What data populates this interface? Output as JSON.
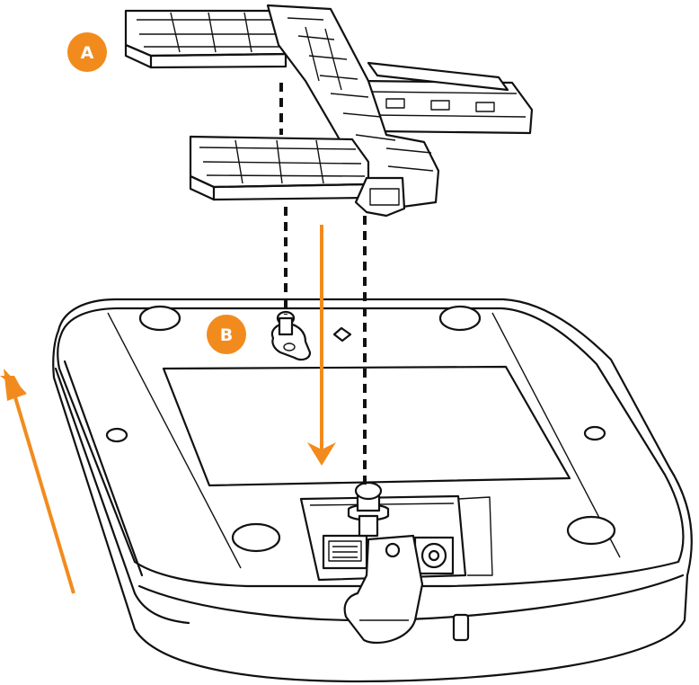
{
  "callouts": [
    {
      "id": "a",
      "label": "A"
    },
    {
      "id": "b",
      "label": "B"
    }
  ],
  "colors": {
    "accent": "#F28B1E",
    "line": "#111111",
    "background": "#FFFFFF"
  }
}
